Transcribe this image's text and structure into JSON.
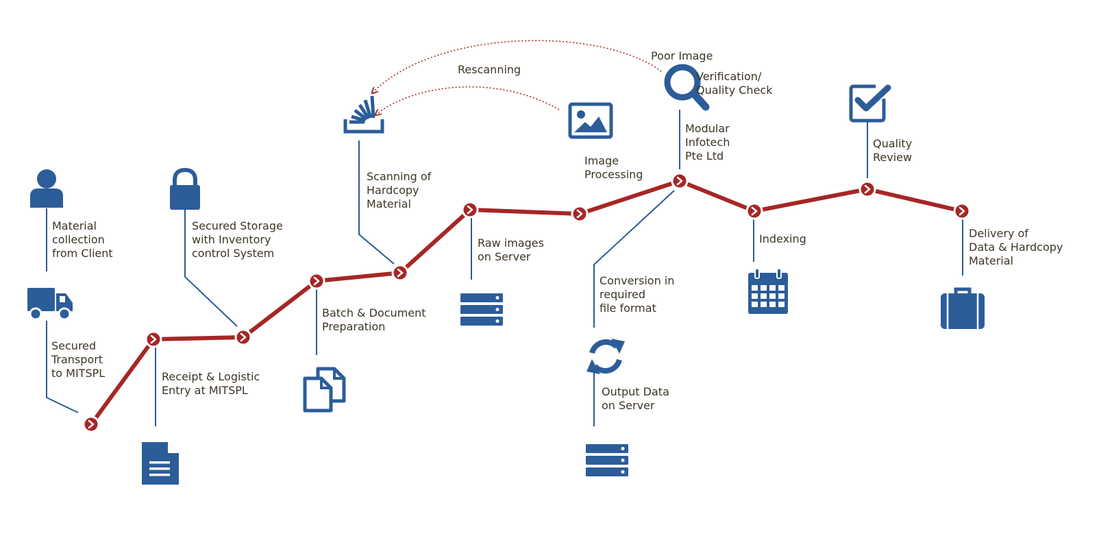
{
  "colors": {
    "path": "#a52725",
    "icon": "#2c5d99",
    "connector": "#2a5a96",
    "text": "#3d3526"
  },
  "steps": {
    "material_collection": "Material\ncollection\nfrom Client",
    "secured_transport": "Secured\nTransport\nto MITSPL",
    "receipt_entry": "Receipt & Logistic\nEntry at MITSPL",
    "secured_storage": "Secured Storage\nwith Inventory\ncontrol System",
    "batch_preparation": "Batch & Document\nPreparation",
    "scanning": "Scanning of\nHardcopy\nMaterial",
    "rescanning": "Rescanning",
    "raw_images": "Raw images\non Server",
    "image_processing": "Image\nProcessing",
    "poor_image": "Poor Image",
    "verification": "Verification/\nQuality Check",
    "modular_infotech": "Modular\nInfotech\nPte Ltd",
    "conversion": "Conversion in\nrequired\nfile format",
    "output_data": "Output Data\non Server",
    "indexing": "Indexing",
    "quality_review": "Quality\nReview",
    "delivery": "Delivery of\nData & Hardcopy\nMaterial"
  },
  "icons": {
    "user": "user-icon",
    "truck": "truck-icon",
    "document": "document-icon",
    "lock": "lock-icon",
    "copy": "copy-documents-icon",
    "scanner": "scanner-icon",
    "image": "image-icon",
    "server": "server-icon",
    "search": "magnifier-icon",
    "refresh": "refresh-icon",
    "calendar": "calendar-icon",
    "checkbox": "checkbox-icon",
    "briefcase": "briefcase-icon",
    "node": "chevron-node-icon"
  }
}
